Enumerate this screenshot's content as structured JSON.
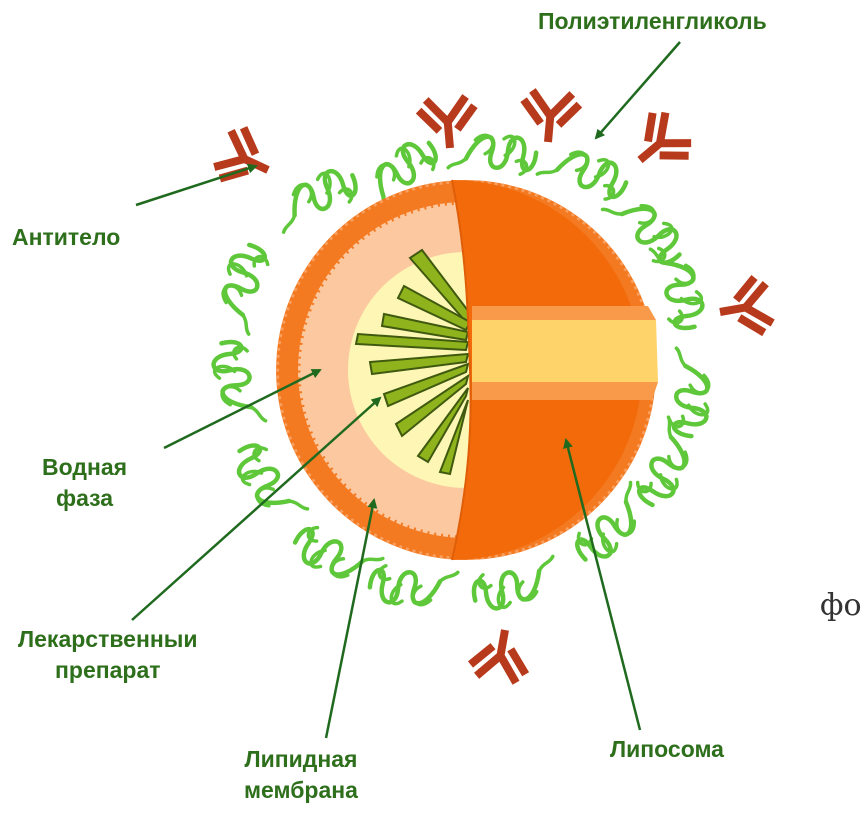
{
  "colors": {
    "label_green": "#2e6f1c",
    "arrow_green": "#1f6a1f",
    "antibody_red": "#b83a1c",
    "peg_green": "#5fc83a",
    "liposome_orange": "#f26a0a",
    "membrane_orange": "#f47a22",
    "aqueous_peach": "#fcc8a0",
    "core_yellow": "#fdf6b4",
    "drug_green": "#8fb31c",
    "band_yellow": "#fdd36a"
  },
  "labels": {
    "peg": "Полиэтиленгликоль",
    "antibody": "Антитело",
    "aqueous_phase": [
      "Водная",
      "фаза"
    ],
    "drug": [
      "Лекарственныи",
      "препарат"
    ],
    "lipid_membrane": [
      "Липидная",
      "мембрана"
    ],
    "liposome": "Липосома",
    "cropped_text": "фо"
  },
  "icons": {
    "antibody": "antibody-y-shape-icon",
    "peg": "peg-coil-icon",
    "drug": "drug-crystal-icon"
  }
}
